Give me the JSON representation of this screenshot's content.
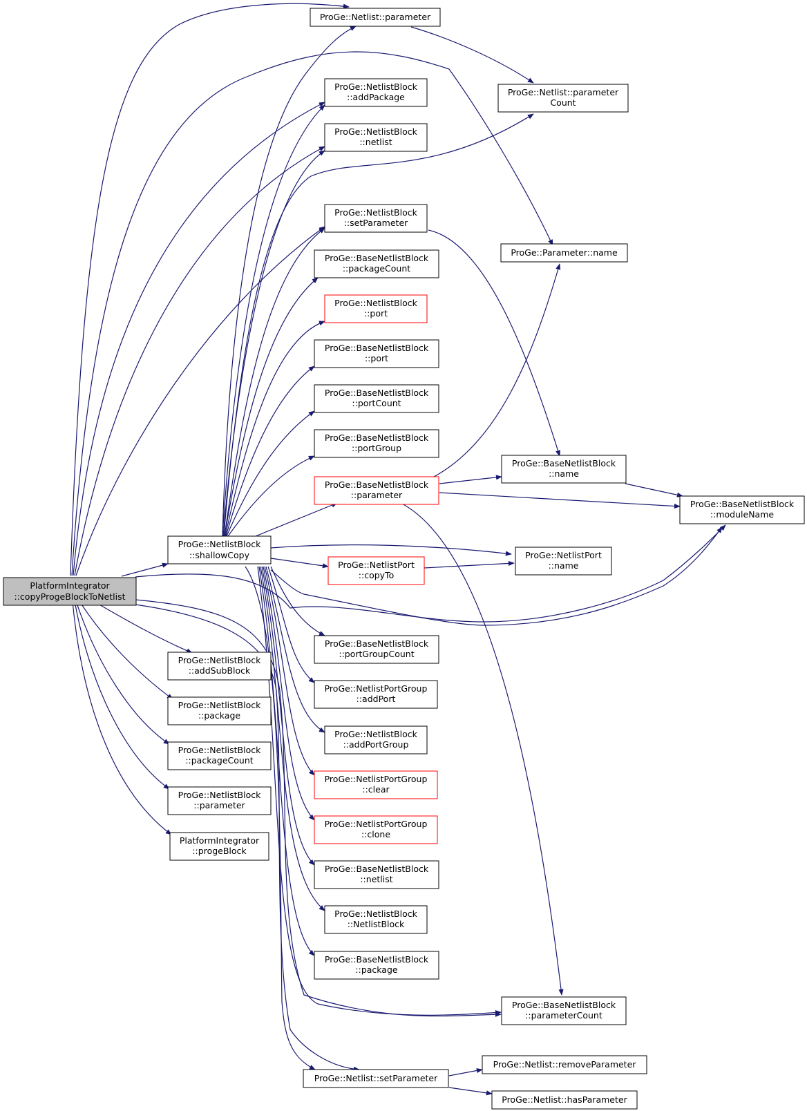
{
  "colors": {
    "edge": "#191970",
    "border": "#000000",
    "border_truncated": "#ff0000",
    "root_fill": "#bfbfbf",
    "fill": "#ffffff"
  },
  "nodes": {
    "root": {
      "line1": "PlatformIntegrator",
      "line2": "::copyProgeBlockToNetlist"
    },
    "shallowCopy": {
      "line1": "ProGe::NetlistBlock",
      "line2": "::shallowCopy"
    },
    "addSubBlock": {
      "line1": "ProGe::NetlistBlock",
      "line2": "::addSubBlock"
    },
    "package": {
      "line1": "ProGe::NetlistBlock",
      "line2": "::package"
    },
    "packageCount": {
      "line1": "ProGe::NetlistBlock",
      "line2": "::packageCount"
    },
    "parameterNB": {
      "line1": "ProGe::NetlistBlock",
      "line2": "::parameter"
    },
    "progeBlock": {
      "line1": "PlatformIntegrator",
      "line2": "::progeBlock"
    },
    "netlistParameter": {
      "line1": "ProGe::Netlist::parameter"
    },
    "addPackage": {
      "line1": "ProGe::NetlistBlock",
      "line2": "::addPackage"
    },
    "netlistNB": {
      "line1": "ProGe::NetlistBlock",
      "line2": "::netlist"
    },
    "setParameterNB": {
      "line1": "ProGe::NetlistBlock",
      "line2": "::setParameter"
    },
    "packageCountBase": {
      "line1": "ProGe::BaseNetlistBlock",
      "line2": "::packageCount"
    },
    "portNB": {
      "line1": "ProGe::NetlistBlock",
      "line2": "::port"
    },
    "portBase": {
      "line1": "ProGe::BaseNetlistBlock",
      "line2": "::port"
    },
    "portCountBase": {
      "line1": "ProGe::BaseNetlistBlock",
      "line2": "::portCount"
    },
    "portGroupBase": {
      "line1": "ProGe::BaseNetlistBlock",
      "line2": "::portGroup"
    },
    "parameterBase": {
      "line1": "ProGe::BaseNetlistBlock",
      "line2": "::parameter"
    },
    "copyTo": {
      "line1": "ProGe::NetlistPort",
      "line2": "::copyTo"
    },
    "portGroupCountBase": {
      "line1": "ProGe::BaseNetlistBlock",
      "line2": "::portGroupCount"
    },
    "addPort": {
      "line1": "ProGe::NetlistPortGroup",
      "line2": "::addPort"
    },
    "addPortGroup": {
      "line1": "ProGe::NetlistBlock",
      "line2": "::addPortGroup"
    },
    "clear": {
      "line1": "ProGe::NetlistPortGroup",
      "line2": "::clear"
    },
    "clone": {
      "line1": "ProGe::NetlistPortGroup",
      "line2": "::clone"
    },
    "netlistBase": {
      "line1": "ProGe::BaseNetlistBlock",
      "line2": "::netlist"
    },
    "ctorNB": {
      "line1": "ProGe::NetlistBlock",
      "line2": "::NetlistBlock"
    },
    "packageBase": {
      "line1": "ProGe::BaseNetlistBlock",
      "line2": "::package"
    },
    "setParameterNetlist": {
      "line1": "ProGe::Netlist::setParameter"
    },
    "parameterCountNetlist": {
      "line1": "ProGe::Netlist::parameter",
      "line2": "Count"
    },
    "paramName": {
      "line1": "ProGe::Parameter::name"
    },
    "nameBase": {
      "line1": "ProGe::BaseNetlistBlock",
      "line2": "::name"
    },
    "moduleName": {
      "line1": "ProGe::BaseNetlistBlock",
      "line2": "::moduleName"
    },
    "portName": {
      "line1": "ProGe::NetlistPort",
      "line2": "::name"
    },
    "parameterCountBase": {
      "line1": "ProGe::BaseNetlistBlock",
      "line2": "::parameterCount"
    },
    "removeParameter": {
      "line1": "ProGe::Netlist::removeParameter"
    },
    "hasParameter": {
      "line1": "ProGe::Netlist::hasParameter"
    }
  }
}
